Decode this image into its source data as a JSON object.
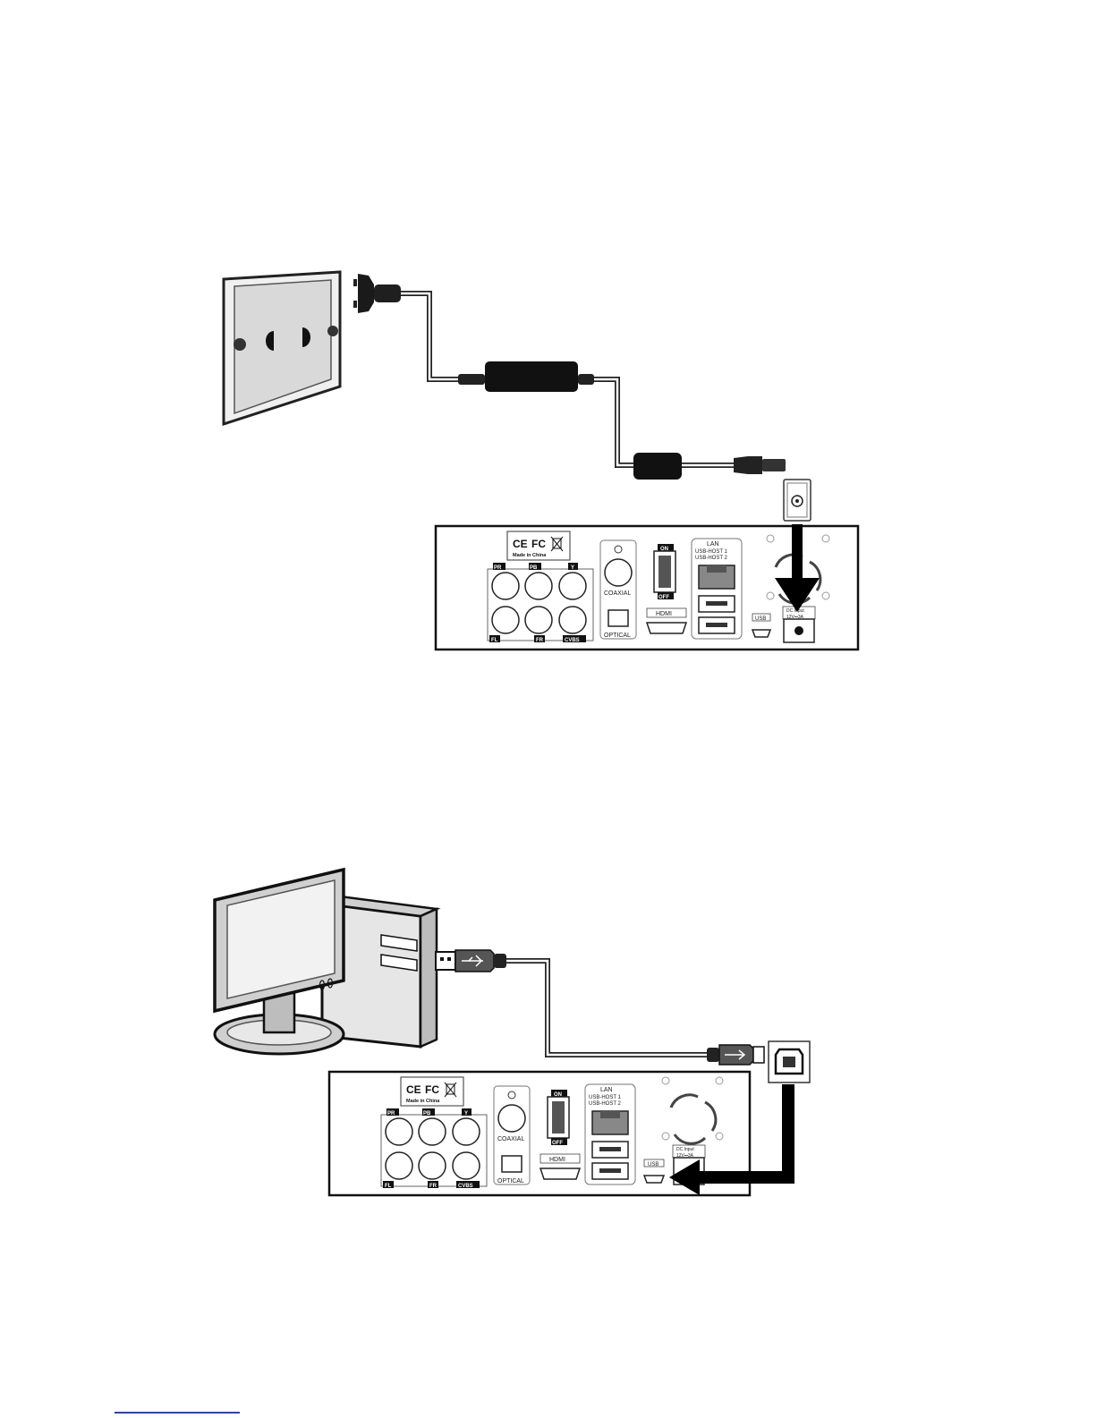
{
  "panel": {
    "ce": "CE",
    "fc": "FC",
    "made_in": "Made in China",
    "pr": "PR",
    "pb": "PB",
    "y": "Y",
    "fl": "FL",
    "fr": "FR",
    "cvbs": "CVBS",
    "coaxial": "COAXIAL",
    "optical": "OPTICAL",
    "on": "ON",
    "off": "OFF",
    "hdmi": "HDMI",
    "lan": "LAN",
    "usb_host_1": "USB-HOST 1",
    "usb_host_2": "USB-HOST 2",
    "usb": "USB",
    "dc_in": "DC Input",
    "dc_rating": "12V⎓3A"
  },
  "colors": {
    "ink": "#111111",
    "paper": "#ffffff",
    "wall_plate": "#d9d9d9",
    "monitor": "#e4e4e4",
    "footer_link": "#2a3fd0"
  },
  "icons": [
    "wall-outlet-icon",
    "power-plug-icon",
    "power-adapter-icon",
    "computer-icon",
    "usb-a-plug-icon",
    "usb-b-port-icon",
    "arrow-icon"
  ]
}
